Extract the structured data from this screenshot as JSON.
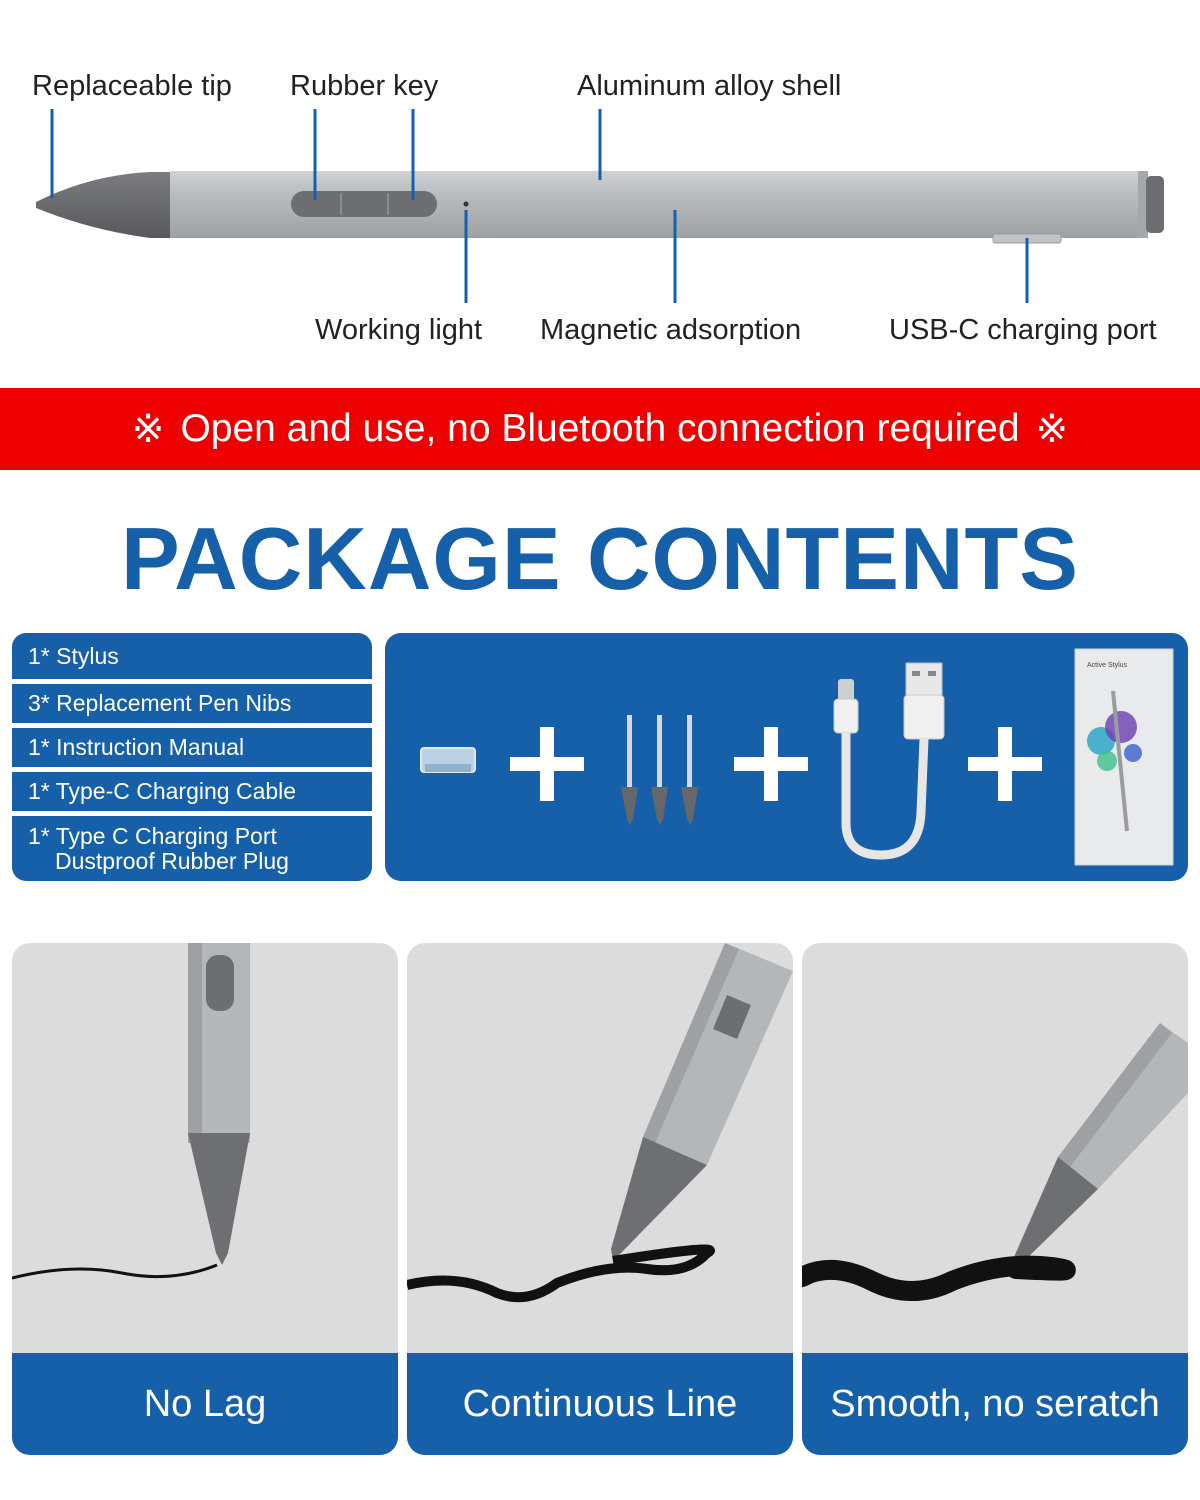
{
  "diagram": {
    "labels": {
      "replaceable_tip": "Replaceable tip",
      "rubber_key": "Rubber key",
      "aluminum_shell": "Aluminum alloy shell",
      "working_light": "Working light",
      "magnetic_adsorption": "Magnetic adsorption",
      "usb_c_port": "USB-C charging port"
    }
  },
  "banner": {
    "symbol": "※",
    "text": "Open and use, no Bluetooth connection required"
  },
  "package": {
    "title": "PACKAGE CONTENTS",
    "items": [
      {
        "line1": "1* Stylus"
      },
      {
        "line1": "3* Replacement Pen Nibs"
      },
      {
        "line1": "1* Instruction Manual"
      },
      {
        "line1": "1* Type-C Charging Cable"
      },
      {
        "line1": "1* Type C Charging Port",
        "line2": "Dustproof Rubber Plug"
      }
    ],
    "box_label": "Active Stylus"
  },
  "features": [
    {
      "caption": "No Lag"
    },
    {
      "caption": "Continuous Line"
    },
    {
      "caption": "Smooth, no seratch"
    }
  ],
  "colors": {
    "brand_blue": "#1560a8",
    "banner_red": "#ee0000",
    "pen_silver": "#b4b7ba",
    "pen_tip": "#6e6f72"
  }
}
